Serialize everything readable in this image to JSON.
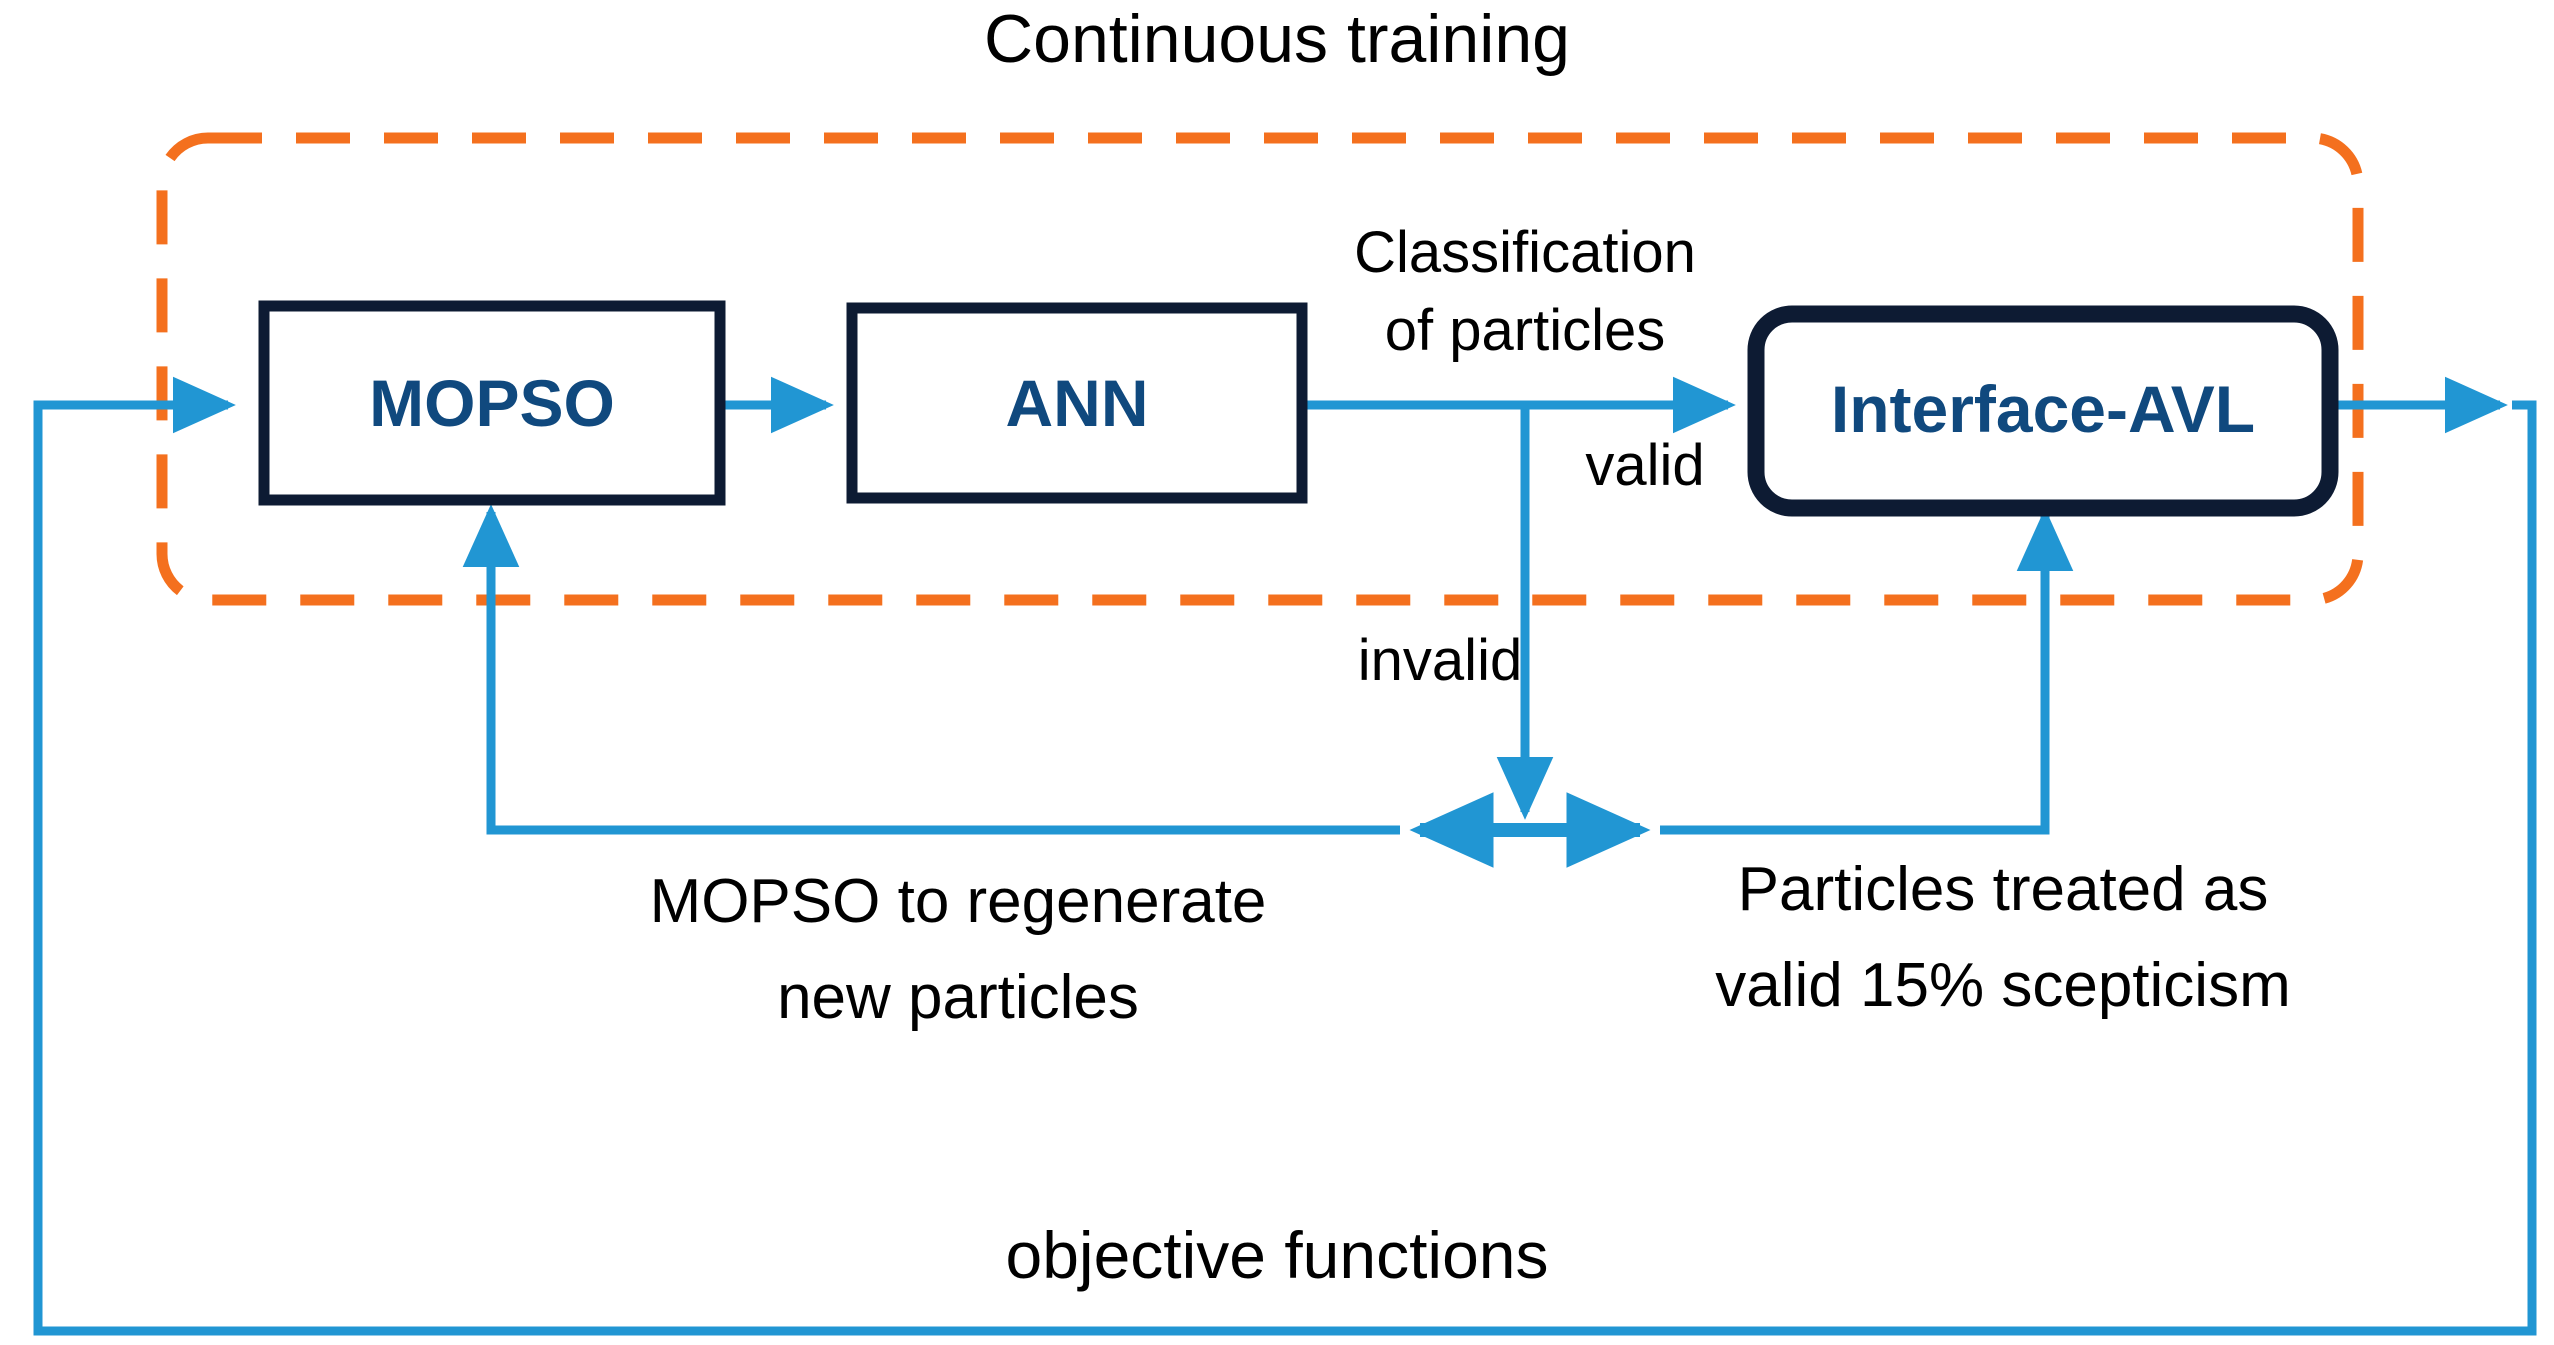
{
  "diagram": {
    "title": "Continuous training",
    "colors": {
      "flow_blue": "#2196D3",
      "box_border_navy": "#0D1B33",
      "box_text_blue": "#10497E",
      "dashed_orange": "#F4701E",
      "text_black": "#000000",
      "background": "#FFFFFF"
    },
    "boundary": {
      "name": "Continuous training",
      "style": "dashed",
      "color": "#F4701E"
    },
    "nodes": [
      {
        "id": "mopso",
        "label": "MOPSO",
        "shape": "rect"
      },
      {
        "id": "ann",
        "label": "ANN",
        "shape": "rect"
      },
      {
        "id": "interface_avl",
        "label": "Interface-AVL",
        "shape": "rounded-rect"
      }
    ],
    "edge_labels": {
      "classification_line1": "Classification",
      "classification_line2": "of particles",
      "valid": "valid",
      "invalid": "invalid",
      "regenerate_line1": "MOPSO to regenerate",
      "regenerate_line2": "new particles",
      "treated_line1": "Particles treated as",
      "treated_line2": "valid 15% scepticism",
      "objective_functions": "objective functions"
    }
  }
}
